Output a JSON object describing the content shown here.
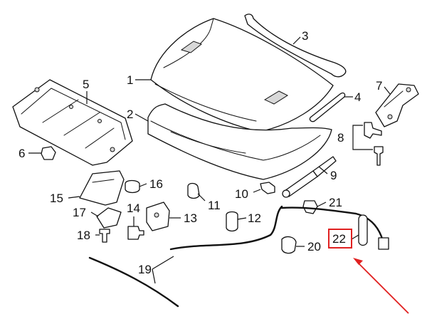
{
  "labels": {
    "p1": "1",
    "p2": "2",
    "p3": "3",
    "p4": "4",
    "p5": "5",
    "p6": "6",
    "p7": "7",
    "p8": "8",
    "p9": "9",
    "p10": "10",
    "p11": "11",
    "p12": "12",
    "p13": "13",
    "p14": "14",
    "p15": "15",
    "p16": "16",
    "p17": "17",
    "p18": "18",
    "p19": "19",
    "p20": "20",
    "p21": "21",
    "p22": "22"
  },
  "colors": {
    "highlight": "#e02020",
    "line": "#111111"
  }
}
